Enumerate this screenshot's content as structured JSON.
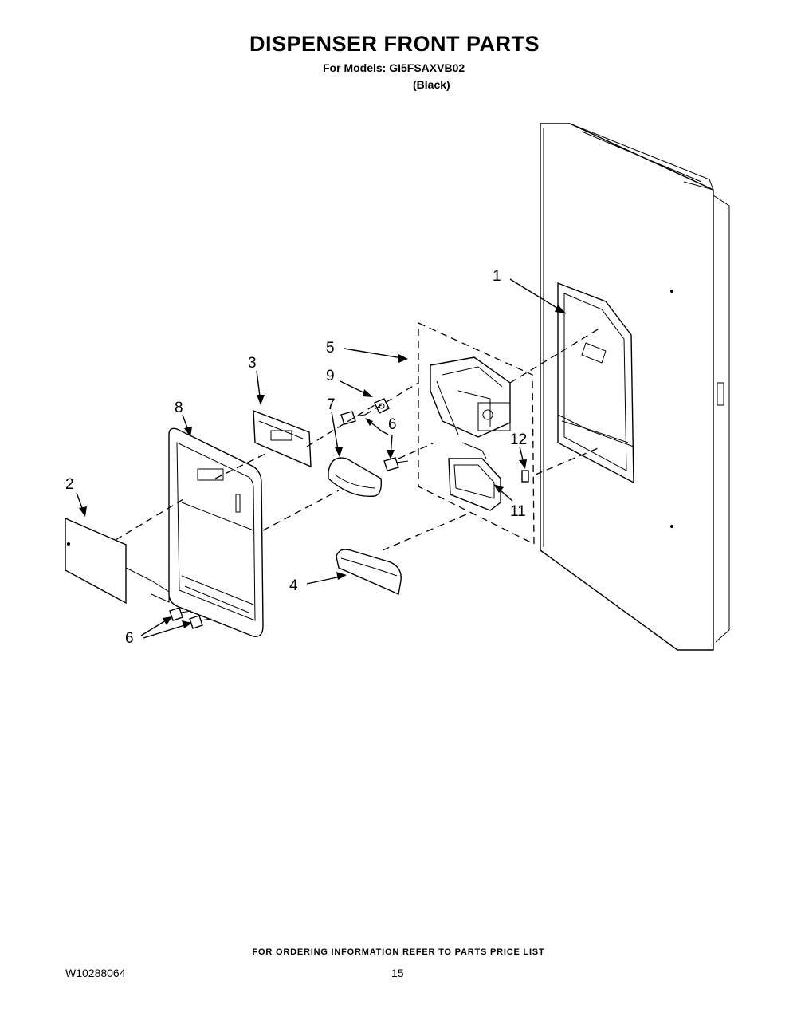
{
  "header": {
    "title": "DISPENSER FRONT PARTS",
    "models_line": "For Models: GI5FSAXVB02",
    "color_line": "(Black)"
  },
  "callouts": {
    "c1": "1",
    "c2": "2",
    "c3": "3",
    "c4": "4",
    "c5": "5",
    "c6a": "6",
    "c6b": "6",
    "c7": "7",
    "c8": "8",
    "c9": "9",
    "c11": "11",
    "c12": "12"
  },
  "footer": {
    "ordering_note": "FOR ORDERING INFORMATION REFER TO PARTS PRICE LIST",
    "doc_number": "W10288064",
    "page_number": "15"
  }
}
